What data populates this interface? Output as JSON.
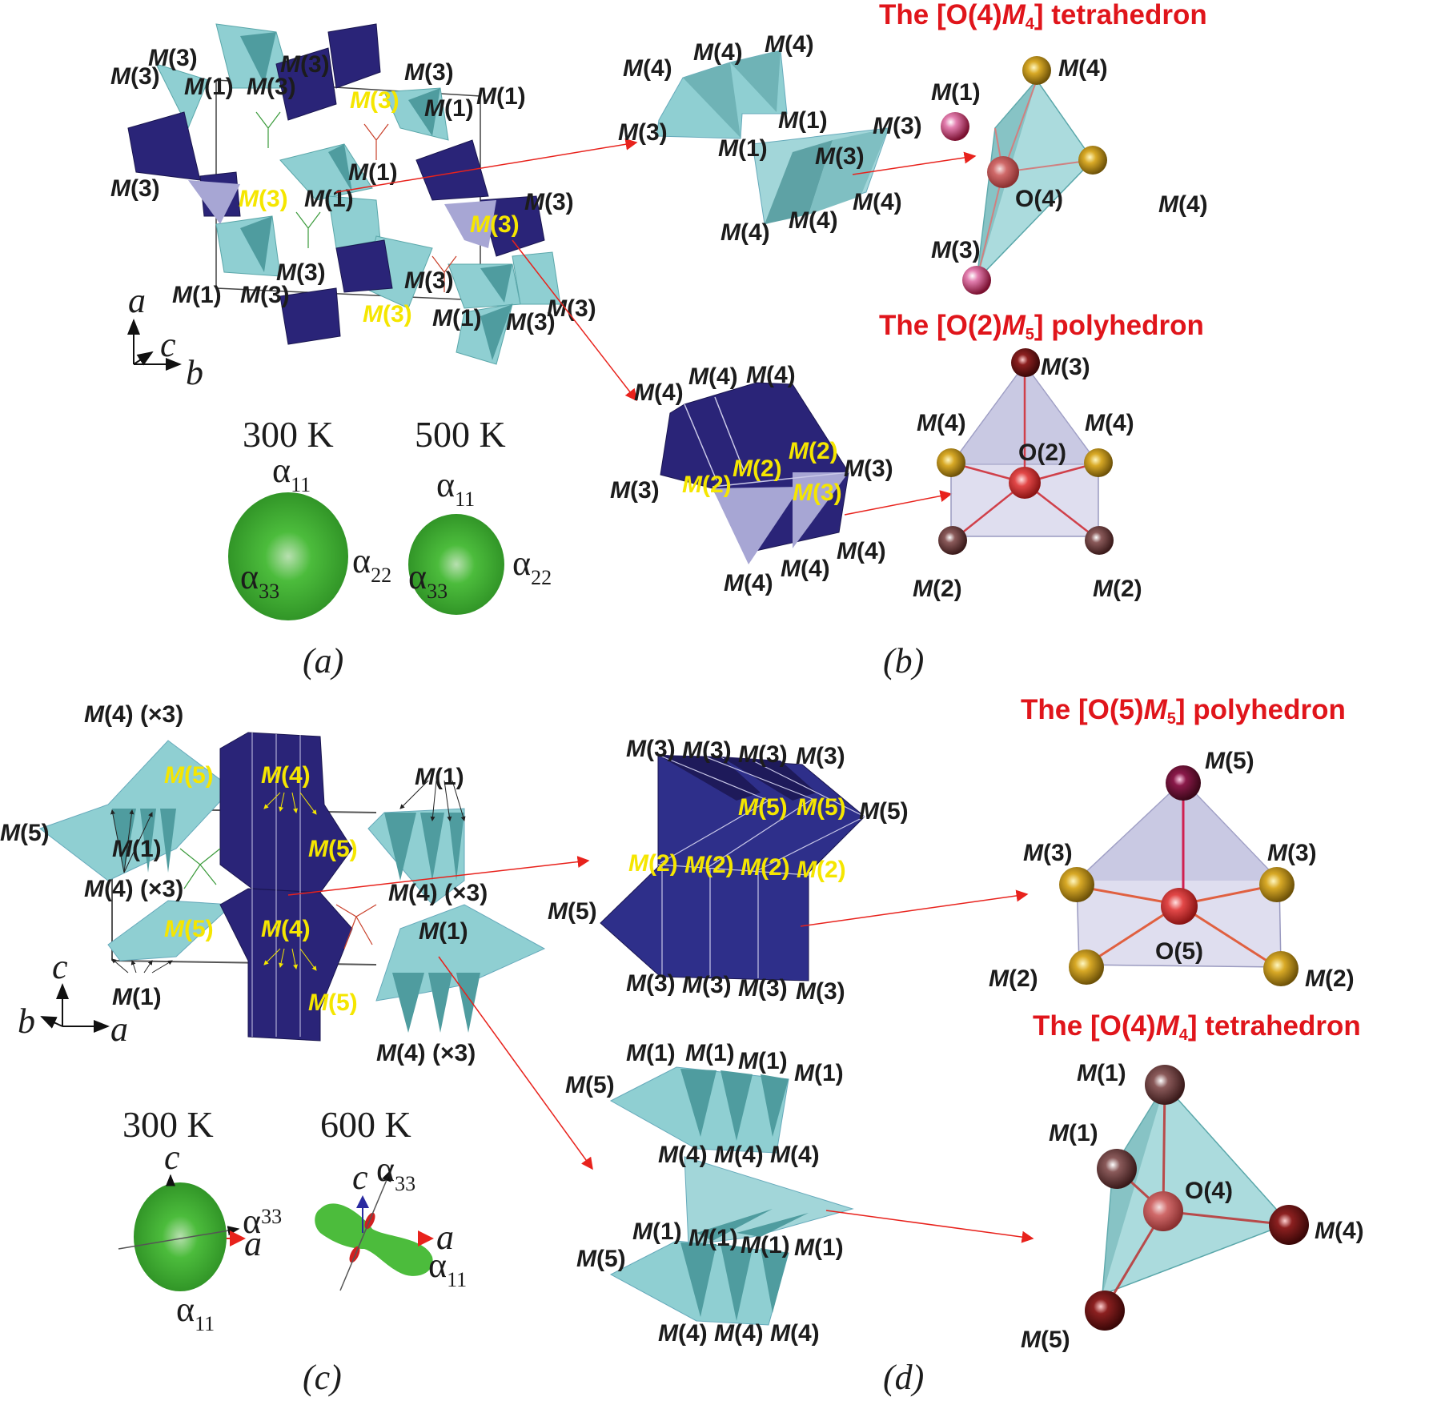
{
  "figure": {
    "panels": {
      "a": {
        "label": "(a)",
        "axes": {
          "up": "a",
          "depth": "c",
          "right": "b"
        },
        "ellipsoids": [
          {
            "temperature": "300 K",
            "axes_labels": [
              "α11",
              "α22",
              "α33"
            ]
          },
          {
            "temperature": "500 K",
            "axes_labels": [
              "α11",
              "α22",
              "α33"
            ]
          }
        ],
        "labels_black": [
          "M(3)",
          "M(3)",
          "M(1)",
          "M(3)",
          "M(3)",
          "M(3)",
          "M(1)",
          "M(1)",
          "M(1)",
          "M(3)",
          "M(1)",
          "M(3)",
          "M(1)",
          "M(3)",
          "M(3)",
          "M(3)",
          "M(1)",
          "M(3)",
          "M(3)"
        ],
        "labels_yellow": [
          "M(3)",
          "M(3)",
          "M(3)",
          "M(3)"
        ]
      },
      "b": {
        "label": "(b)",
        "chain_top_labels": [
          "M(4)",
          "M(4)",
          "M(4)",
          "M(3)",
          "M(1)",
          "M(1)",
          "M(3)",
          "M(3)",
          "M(4)",
          "M(4)",
          "M(4)"
        ],
        "chain_bottom_labels_black": [
          "M(4)",
          "M(4)",
          "M(4)",
          "M(3)",
          "M(3)",
          "M(4)",
          "M(4)",
          "M(4)"
        ],
        "chain_bottom_labels_yellow": [
          "M(2)",
          "M(2)",
          "M(2)",
          "M(3)"
        ],
        "poly1": {
          "title_prefix": "The [O(4)",
          "title_M": "M",
          "title_sub": "4",
          "title_suffix": "] tetrahedron",
          "center": "O(4)",
          "vertices": [
            "M(1)",
            "M(4)",
            "M(4)",
            "M(3)"
          ]
        },
        "poly2": {
          "title_prefix": "The [O(2)",
          "title_M": "M",
          "title_sub": "5",
          "title_suffix": "] polyhedron",
          "center": "O(2)",
          "vertices": [
            "M(3)",
            "M(4)",
            "M(4)",
            "M(2)",
            "M(2)"
          ]
        }
      },
      "c": {
        "label": "(c)",
        "axes": {
          "up": "c",
          "left": "b",
          "right": "a"
        },
        "ellipsoids": [
          {
            "temperature": "300 K",
            "axes_labels": [
              "c",
              "α33",
              "a",
              "α11"
            ]
          },
          {
            "temperature": "600 K",
            "axes_labels": [
              "α33",
              "c",
              "a",
              "α11"
            ]
          }
        ],
        "labels_black": [
          "M(4) (×3)",
          "M(5)",
          "M(1)",
          "M(4) (×3)",
          "M(1)",
          "M(1)",
          "M(4) (×3)",
          "M(1)",
          "M(4) (×3)"
        ],
        "labels_yellow": [
          "M(5)",
          "M(4)",
          "M(5)",
          "M(5)",
          "M(4)",
          "M(5)"
        ]
      },
      "d": {
        "label": "(d)",
        "chain_top_labels_black": [
          "M(3)",
          "M(3)",
          "M(3)",
          "M(3)",
          "M(5)",
          "M(5)",
          "M(3)",
          "M(3)",
          "M(3)",
          "M(3)"
        ],
        "chain_top_labels_yellow": [
          "M(5)",
          "M(5)",
          "M(2)",
          "M(2)",
          "M(2)",
          "M(2)"
        ],
        "chain_bottom_labels": [
          "M(1)",
          "M(1)",
          "M(1)",
          "M(1)",
          "M(5)",
          "M(4)",
          "M(4)",
          "M(4)",
          "M(1)",
          "M(1)",
          "M(1)",
          "M(1)",
          "M(5)",
          "M(4)",
          "M(4)",
          "M(4)"
        ],
        "poly1": {
          "title_prefix": "The [O(5)",
          "title_M": "M",
          "title_sub": "5",
          "title_suffix": "] polyhedron",
          "center": "O(5)",
          "vertices": [
            "M(5)",
            "M(3)",
            "M(3)",
            "M(2)",
            "M(2)"
          ]
        },
        "poly2": {
          "title_prefix": "The [O(4)",
          "title_M": "M",
          "title_sub": "4",
          "title_suffix": "] tetrahedron",
          "center": "O(4)",
          "vertices": [
            "M(1)",
            "M(1)",
            "M(4)",
            "M(5)"
          ]
        }
      }
    },
    "colors": {
      "cyan_poly": "#8fcfd2",
      "cyan_dark": "#4f9c9f",
      "navy_poly": "#2a2478",
      "navy_light": "#a7a6d4",
      "title_red": "#e0151b",
      "arrow_red": "#e8221c",
      "label_yellow": "#f5e600",
      "ellipsoid_green": "#3bb22e",
      "atom_gold": "#c79a1c",
      "atom_maroon": "#7a1c1c",
      "atom_red": "#e04646"
    }
  }
}
